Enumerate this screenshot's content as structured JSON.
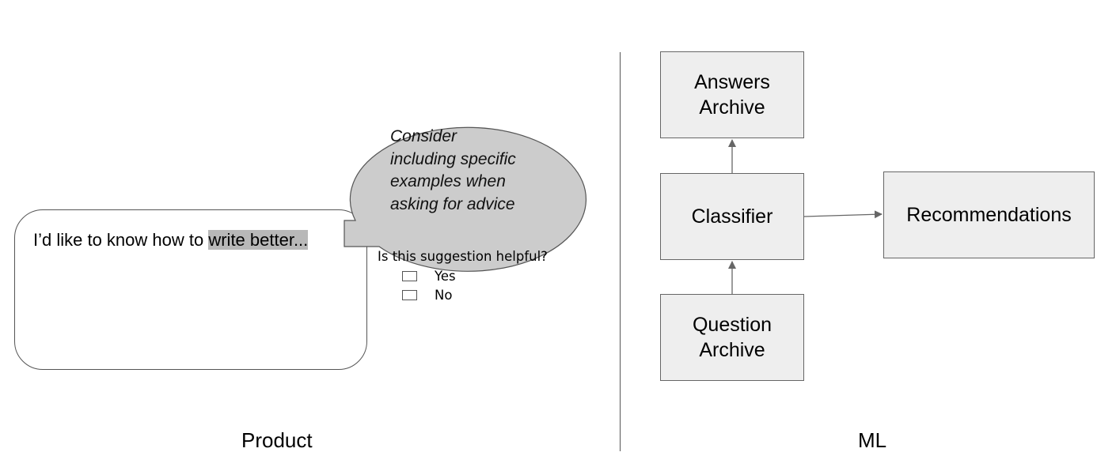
{
  "product": {
    "query_prefix": "I’d like to know how to ",
    "query_highlight": "write better...",
    "suggestion_lines": [
      "Consider",
      "including specific",
      "examples when",
      "asking for advice"
    ],
    "feedback_question": "Is this suggestion helpful?",
    "options": [
      "Yes",
      "No"
    ],
    "label": "Product"
  },
  "ml": {
    "answers_archive": [
      "Answers",
      "Archive"
    ],
    "classifier": "Classifier",
    "question_archive": [
      "Question",
      "Archive"
    ],
    "recommendations": "Recommendations",
    "label": "ML"
  },
  "colors": {
    "node_fill": "#eeeeee",
    "bubble_fill": "#cccccc",
    "highlight": "#b8b8b8",
    "stroke": "#555555"
  }
}
